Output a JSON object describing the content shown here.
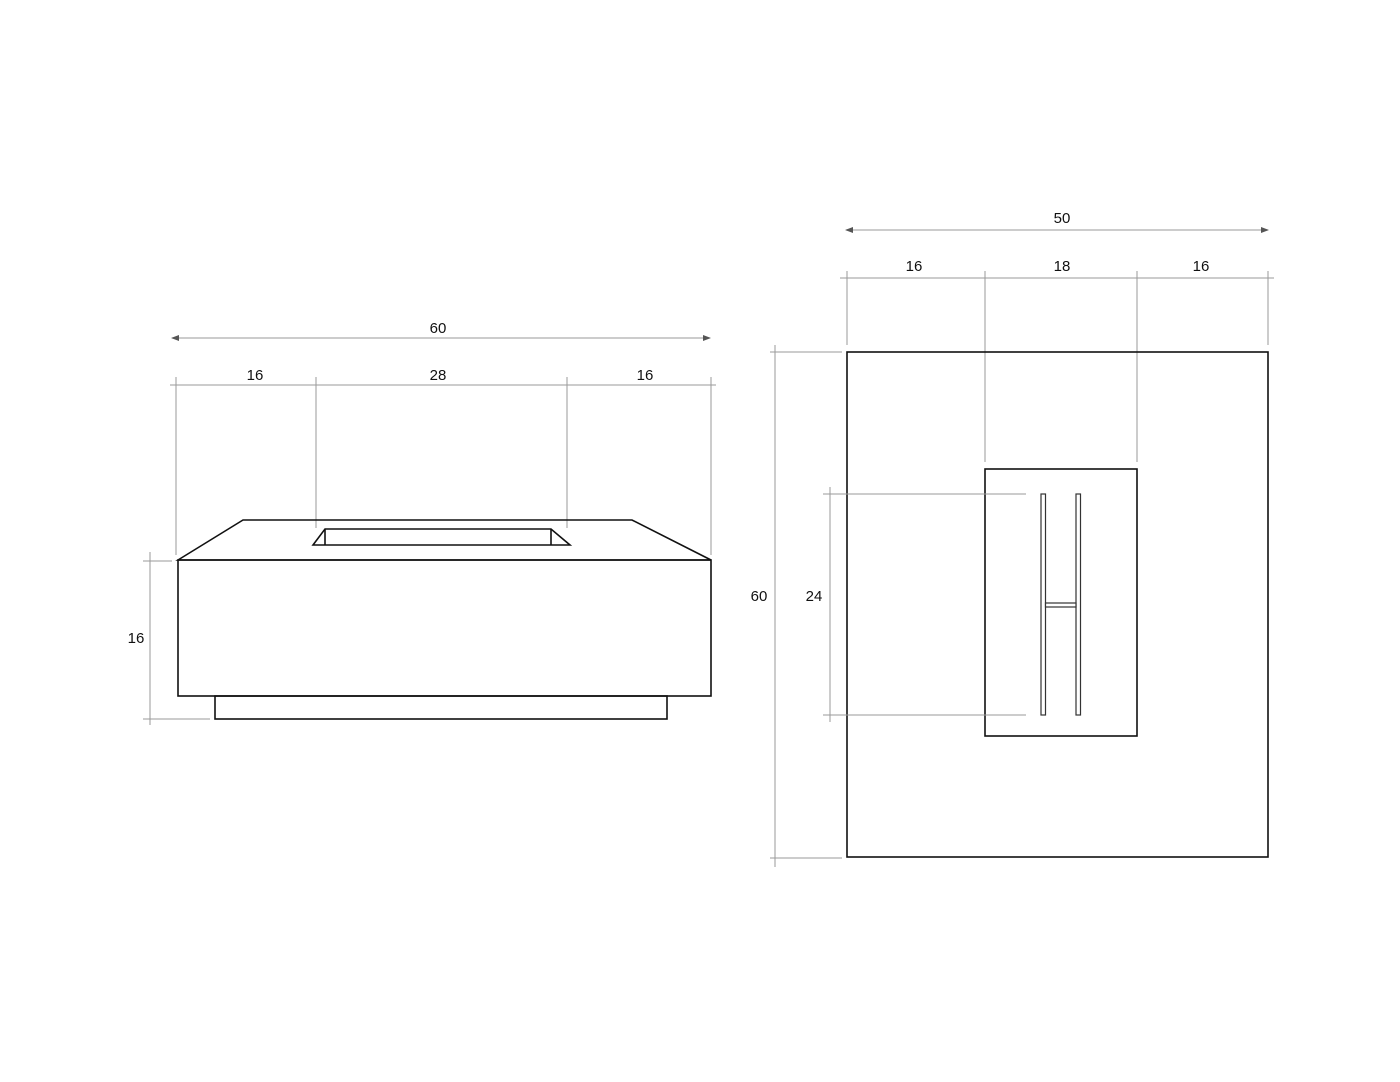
{
  "front_view": {
    "overall_width": "60",
    "segment_left": "16",
    "segment_middle": "28",
    "segment_right": "16",
    "height": "16"
  },
  "top_view": {
    "overall_width": "50",
    "segment_left": "16",
    "segment_middle": "18",
    "segment_right": "16",
    "overall_depth": "60",
    "burner_length": "24"
  },
  "colors": {
    "outline": "#111111",
    "dimension_line": "#9a9a9a",
    "background": "#ffffff"
  }
}
